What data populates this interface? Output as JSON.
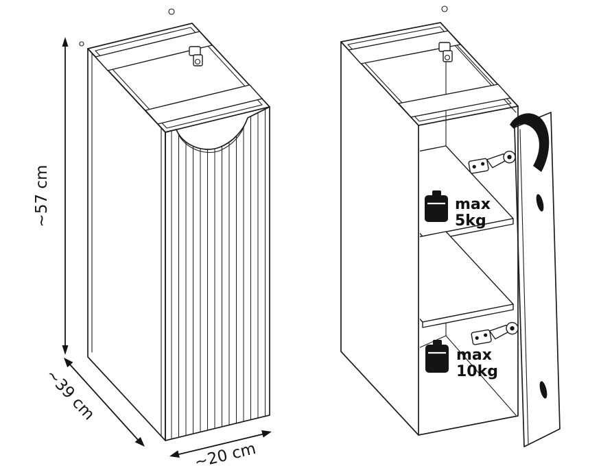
{
  "diagram": {
    "dimensions": {
      "height": "~57 cm",
      "depth": "~39 cm",
      "width": "~20 cm"
    },
    "capacity": {
      "top_shelf": {
        "prefix": "max",
        "value": "5kg"
      },
      "bottom_shelf": {
        "prefix": "max",
        "value": "10kg"
      }
    },
    "icons": {
      "top_shelf": "weight-icon",
      "bottom_shelf": "weight-icon"
    },
    "colors": {
      "line": "#1c1c1c",
      "background": "#ffffff"
    }
  }
}
